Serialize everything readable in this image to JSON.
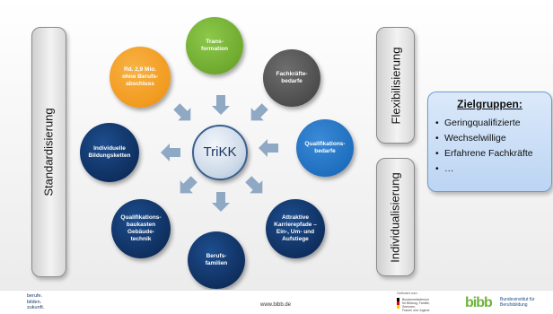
{
  "diagram": {
    "center_label": "TriKK",
    "left_bar": "Standardisierung",
    "right_top_bar": "Flexibilisierung",
    "right_bottom_bar": "Individualisierung",
    "nodes": {
      "transformation": "Trans-\nformation",
      "fachkraefte": "Fachkräfte-\nbedarfe",
      "qualifikationsbedarfe": "Qualifikations-\nbedarfe",
      "karrierepfade": "Attraktive\nKarrierepfade –\nEin-, Um- und\nAufstiege",
      "berufsfamilien": "Berufs-\nfamilien",
      "baukasten": "Qualifikations-\nbaukasten\nGebäude-\ntechnik",
      "bildungsketten": "Individuelle\nBildungsketten",
      "ohne_abschluss": "Rd. 2,9 Mio.\nohne Berufs-\nabschluss"
    },
    "colors": {
      "green": "#6faa2f",
      "dark_gray": "#4d4d4d",
      "blue": "#1f6fbf",
      "navy": "#0f2f5f",
      "orange": "#f29a1f",
      "arrow": "#8fa8c4"
    }
  },
  "target_groups": {
    "title": "Zielgruppen:",
    "items": [
      "Geringqualifizierte",
      "Wechselwillige",
      "Erfahrene Fachkräfte",
      "…"
    ]
  },
  "footer": {
    "left_logo": "berufe.\nbilden.\nzukunft.",
    "url": "www.bibb.de",
    "sponsor_label": "Gefördert vom:",
    "sponsor_name": "Bundesministerium\nfür Bildung, Familie, Senioren,\nFrauen und Jugend",
    "bibb_logo": "bibb",
    "bibb_name": "Bundesinstitut für\nBerufsbildung"
  }
}
